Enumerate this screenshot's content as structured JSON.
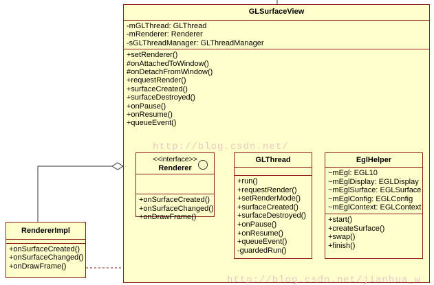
{
  "glsurfaceview": {
    "title": "GLSurfaceView",
    "attributes": [
      "-mGLThread: GLThread",
      "-mRenderer: Renderer",
      "-sGLThreadManager: GLThreadManager"
    ],
    "operations": [
      "+setRenderer()",
      "#onAttachedToWindow()",
      "#onDetachFromWindow()",
      "+requestRender()",
      "+surfaceCreated()",
      "+surfaceDestroyed()",
      "+onPause()",
      "+onResume()",
      "+queueEvent()"
    ]
  },
  "renderer": {
    "stereotype": "<<interface>>",
    "title": "Renderer",
    "operations": [
      "+onSurfaceCreated()",
      "+onSurfaceChanged()",
      "+onDrawFrame()"
    ]
  },
  "glthread": {
    "title": "GLThread",
    "operations": [
      "+run()",
      "+requestRender()",
      "+setRenderMode()",
      "+surfaceCreated()",
      "+surfaceDestroyed()",
      "+onPause()",
      "+onResume()",
      "+queueEvent()",
      "-guardedRun()"
    ]
  },
  "eglhelper": {
    "title": "EglHelper",
    "attributes": [
      "~mEgl: EGL10",
      "~mEglDisplay: EGLDisplay",
      "~mEglSurface: EGLSurface",
      "~mEglConfig: EGLConfig",
      "~mEglContext: EGLContext"
    ],
    "operations": [
      "+start()",
      "+createSurface()",
      "+swap()",
      "+finish()"
    ]
  },
  "rendererimpl": {
    "title": "RendererImpl",
    "operations": [
      "+onSurfaceCreated()",
      "+onSurfaceChanged()",
      "+onDrawFrame()"
    ]
  },
  "watermark": {
    "mid": "http://blog.csdn.net/",
    "bottom": "http://blog.csdn.net/jianhua_w"
  },
  "colors": {
    "box_fill": "#ffffcc",
    "box_border": "#8b1a1a",
    "line": "#8b1a1a"
  }
}
